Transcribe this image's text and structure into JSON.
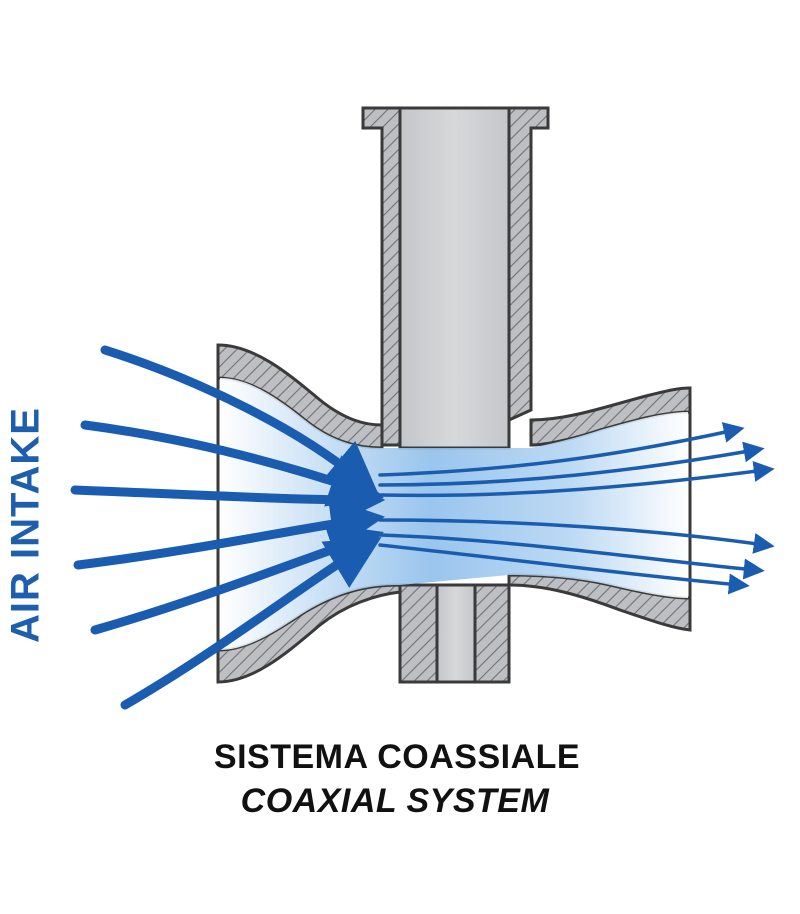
{
  "labels": {
    "side": "AIR INTAKE",
    "caption_line1": "SISTEMA COASSIALE",
    "caption_line2": "COAXIAL SYSTEM"
  },
  "colors": {
    "arrow_blue": "#1a5db0",
    "flow_light_blue": "#9ec8ee",
    "metal_gray": "#bdbfc2",
    "hatch_gray": "#9c9ea1",
    "outline": "#3a3a3a",
    "text_dark": "#111111"
  }
}
